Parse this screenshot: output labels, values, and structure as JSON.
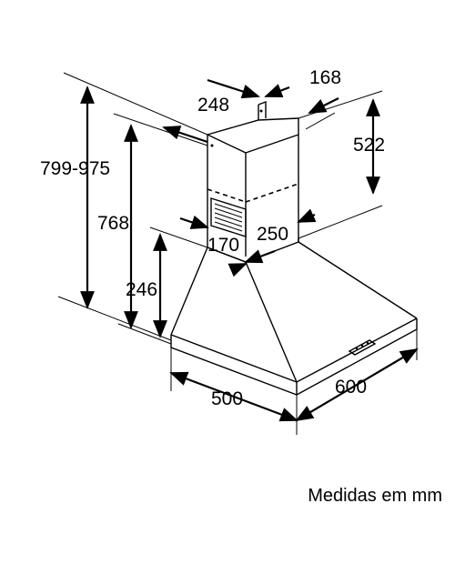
{
  "drawing": {
    "dimensions": {
      "total_height": "799-975",
      "height_768": "768",
      "height_246": "246",
      "chimney_depth": "248",
      "chimney_width": "168",
      "chimney_height": "522",
      "outlet_width": "250",
      "outlet_depth": "170",
      "hood_width": "500",
      "hood_depth": "600"
    },
    "units_note": "Medidas em mm"
  }
}
